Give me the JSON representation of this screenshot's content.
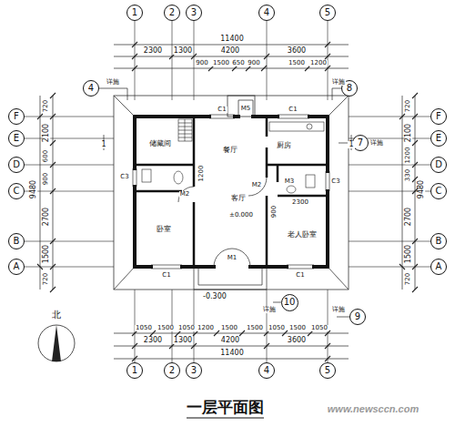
{
  "diagram": {
    "title": "一层平面图",
    "nodes": [
      {
        "text": [
          "1"
        ]
      },
      {
        "text": [
          "2"
        ]
      },
      {
        "text": [
          "3"
        ]
      },
      {
        "text": [
          "4"
        ]
      },
      {
        "text": [
          "5"
        ]
      },
      {
        "text": [
          "4"
        ]
      },
      {
        "text": [
          "8"
        ]
      },
      {
        "text": [
          "F"
        ]
      },
      {
        "text": [
          "F"
        ]
      },
      {
        "text": [
          "E"
        ]
      },
      {
        "text": [
          "E"
        ]
      },
      {
        "text": [
          "D"
        ]
      },
      {
        "text": [
          "D"
        ]
      },
      {
        "text": [
          "7"
        ]
      },
      {
        "text": [
          "C"
        ]
      },
      {
        "text": [
          "C"
        ]
      },
      {
        "text": [
          "B"
        ]
      },
      {
        "text": [
          "B"
        ]
      },
      {
        "text": [
          "A"
        ]
      },
      {
        "text": [
          "A"
        ]
      },
      {
        "text": [
          "10"
        ]
      },
      {
        "text": [
          "9"
        ]
      },
      {
        "text": [
          "1"
        ]
      },
      {
        "text": [
          "2"
        ]
      },
      {
        "text": [
          "3"
        ]
      },
      {
        "text": [
          "4"
        ]
      },
      {
        "text": [
          "5"
        ]
      }
    ],
    "labels": [
      "11400",
      "2300",
      "1300",
      "4200",
      "3600",
      "900",
      "1500",
      "650",
      "900",
      "1500",
      "1200",
      "720",
      "2100",
      "600",
      "900",
      "2700",
      "1500",
      "720",
      "9480",
      "720",
      "2100",
      "1200",
      "330",
      "2700",
      "1500",
      "720",
      "9480",
      "1050",
      "1500",
      "1050",
      "1200",
      "1500",
      "1500",
      "1050",
      "1500",
      "1050",
      "2300",
      "1300",
      "4200",
      "3600",
      "11400",
      "储藏间",
      "餐厅",
      "客厅",
      "±0.000",
      "卧室",
      "老人卧室",
      "厨房",
      "M1",
      "M2",
      "M2",
      "M3",
      "M5",
      "C1",
      "C1",
      "C1",
      "C1",
      "C3",
      "C3",
      "1200",
      "900",
      "2300",
      "-0.300",
      "详施",
      "详施",
      "详施",
      "详施",
      "详施",
      "1",
      "1",
      "北",
      "www.newsccn.com"
    ]
  }
}
